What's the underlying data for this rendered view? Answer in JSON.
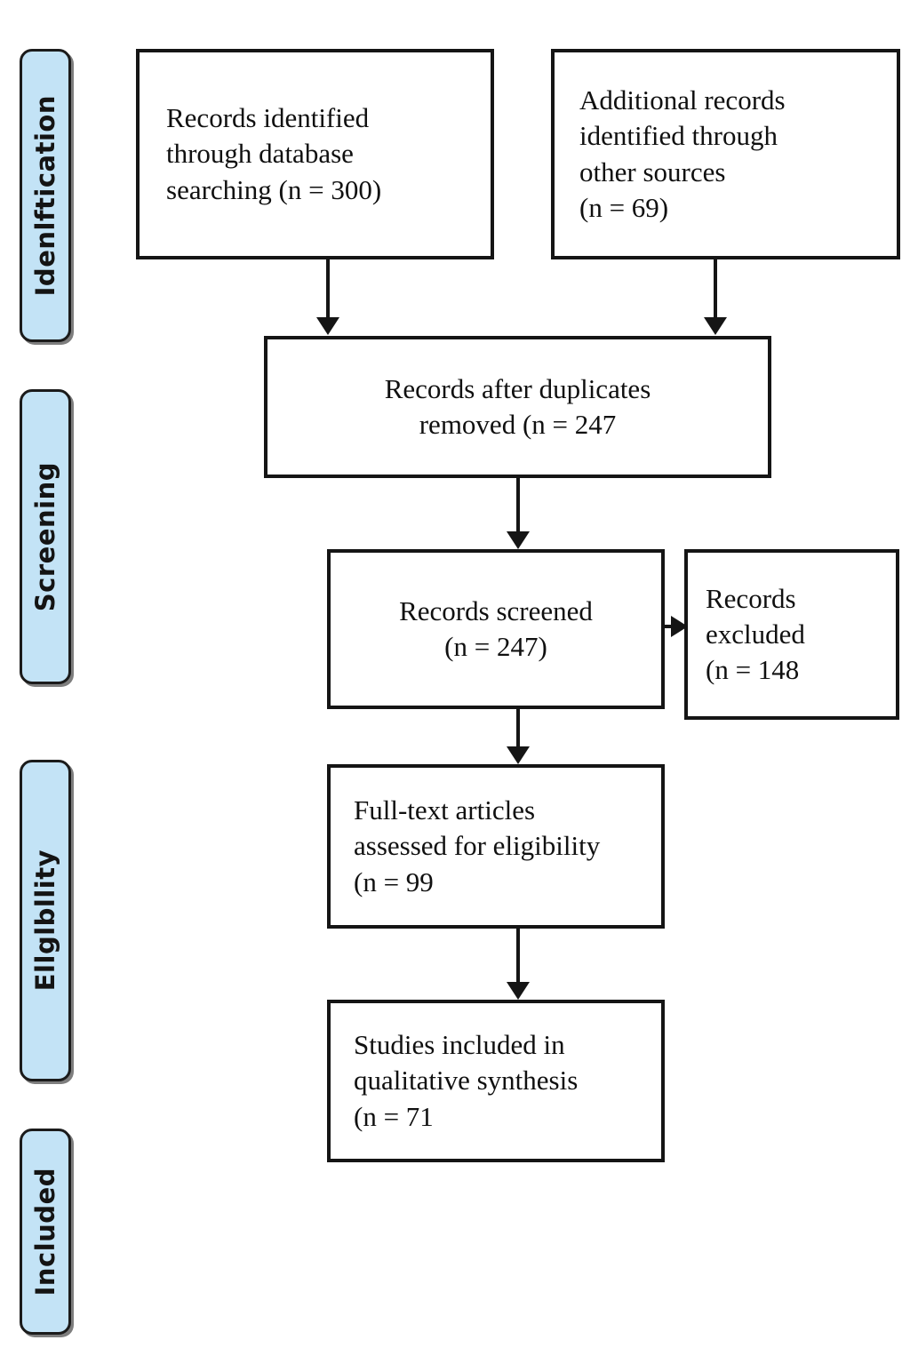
{
  "diagram": {
    "title": "PRISMA study selection flow diagram",
    "colors": {
      "stage_tab_fill": "#c3e3f6",
      "stroke": "#151515",
      "box_fill": "#ffffff",
      "page_background": "#ffffff"
    },
    "stages": [
      {
        "id": "identification",
        "label": "Idenlftication"
      },
      {
        "id": "screening",
        "label": "Screening"
      },
      {
        "id": "eligibility",
        "label": "Ellglbllity"
      },
      {
        "id": "included",
        "label": "Included"
      }
    ],
    "boxes": [
      {
        "id": "records-database",
        "text": "Records identified\nthrough database\nsearching (n = 300)",
        "n": 300
      },
      {
        "id": "records-other-sources",
        "text": "Additional records\nidentified through\nother sources\n(n = 69)",
        "n": 69
      },
      {
        "id": "records-after-duplicates",
        "text": "Records after duplicates\nremoved (n = 247",
        "n": 247
      },
      {
        "id": "records-screened",
        "text": "Records screened\n(n = 247)",
        "n": 247
      },
      {
        "id": "records-excluded",
        "text": "Records\nexcluded\n(n = 148",
        "n": 148
      },
      {
        "id": "full-text-assessed",
        "text": "Full-text articles\nassessed for eligibility\n   (n = 99",
        "n": 99
      },
      {
        "id": "studies-included",
        "text": "Studies included in\nqualitative synthesis\n(n = 71",
        "n": 71
      }
    ],
    "connectors": [
      {
        "id": "database-to-duplicates",
        "from": "records-database",
        "to": "records-after-duplicates",
        "direction": "down"
      },
      {
        "id": "other-to-duplicates",
        "from": "records-other-sources",
        "to": "records-after-duplicates",
        "direction": "down"
      },
      {
        "id": "duplicates-to-screened",
        "from": "records-after-duplicates",
        "to": "records-screened",
        "direction": "down"
      },
      {
        "id": "screened-to-excluded",
        "from": "records-screened",
        "to": "records-excluded",
        "direction": "right"
      },
      {
        "id": "screened-to-fulltext",
        "from": "records-screened",
        "to": "full-text-assessed",
        "direction": "down"
      },
      {
        "id": "fulltext-to-included",
        "from": "full-text-assessed",
        "to": "studies-included",
        "direction": "down"
      }
    ]
  }
}
